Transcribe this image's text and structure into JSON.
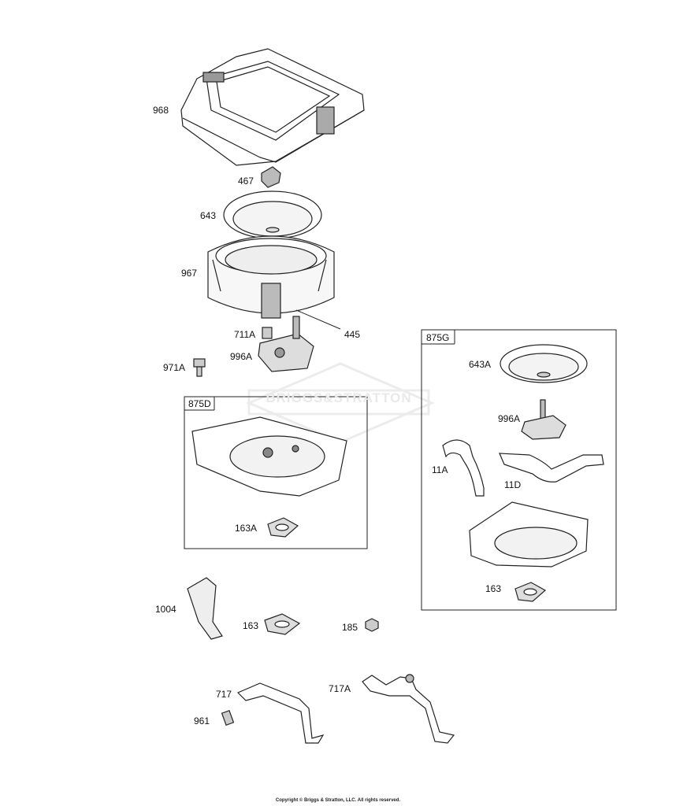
{
  "diagram": {
    "watermark": "BRIGGS&STRATTON",
    "copyright": "Copyright © Briggs & Stratton, LLC. All rights reserved.",
    "callouts": {
      "c968": "968",
      "c467": "467",
      "c643": "643",
      "c967": "967",
      "c711A": "711A",
      "c445": "445",
      "c996A": "996A",
      "c971A": "971A",
      "c875D": "875D",
      "c163A": "163A",
      "c875G": "875G",
      "c643A": "643A",
      "c996A_g": "996A",
      "c11A": "11A",
      "c11D": "11D",
      "c163_g": "163",
      "c1004": "1004",
      "c163": "163",
      "c185": "185",
      "c717": "717",
      "c717A": "717A",
      "c961": "961"
    }
  }
}
